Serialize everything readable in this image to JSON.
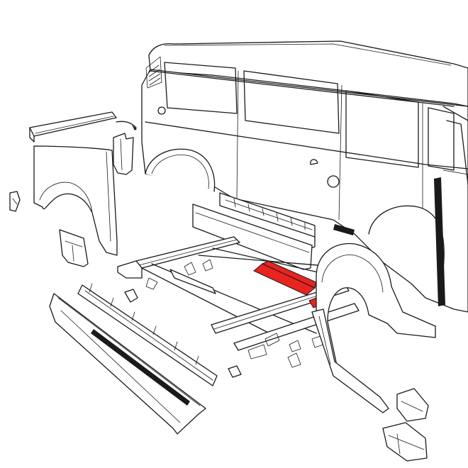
{
  "diagram": {
    "kind": "exploded body panel illustration",
    "subject": "van-body-chassis",
    "colors": {
      "line": "#1a1a1a",
      "background": "#ffffff",
      "highlight": "#e8241f"
    },
    "parts": [
      {
        "id": "van-body",
        "icon": "van-body-icon"
      },
      {
        "id": "rear-quarter-panel",
        "icon": "rear-quarter-panel-icon"
      },
      {
        "id": "upper-rear-strip",
        "icon": "upper-strip-icon"
      },
      {
        "id": "rear-corner-piece",
        "icon": "corner-piece-icon"
      },
      {
        "id": "small-bracket-left",
        "icon": "bracket-icon"
      },
      {
        "id": "lower-quarter-patch",
        "icon": "patch-icon"
      },
      {
        "id": "rocker-panel-outer",
        "icon": "rocker-icon"
      },
      {
        "id": "rocker-panel-inner",
        "icon": "rocker-icon"
      },
      {
        "id": "floor-frame",
        "icon": "frame-icon"
      },
      {
        "id": "highlighted-crossmember-section",
        "icon": "crossmember-icon",
        "highlighted": true
      },
      {
        "id": "long-sill-front",
        "icon": "sill-icon"
      },
      {
        "id": "long-sill-rear",
        "icon": "sill-icon"
      },
      {
        "id": "front-wheel-arch",
        "icon": "wheel-arch-icon"
      },
      {
        "id": "jacking-point-upper",
        "icon": "jack-point-icon"
      },
      {
        "id": "jacking-point-lower",
        "icon": "jack-point-icon"
      }
    ]
  }
}
